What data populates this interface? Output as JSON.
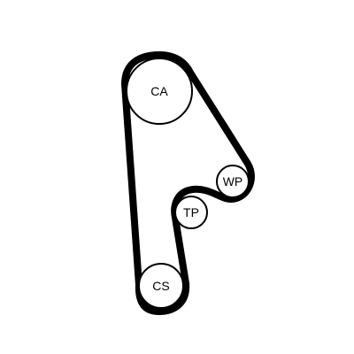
{
  "diagram": {
    "pulleys": {
      "ca": {
        "label": "CA"
      },
      "wp": {
        "label": "WP"
      },
      "tp": {
        "label": "TP"
      },
      "cs": {
        "label": "CS"
      }
    },
    "colors": {
      "belt": "#000000",
      "pulley_fill": "#ffffff",
      "text": "#000000"
    }
  }
}
